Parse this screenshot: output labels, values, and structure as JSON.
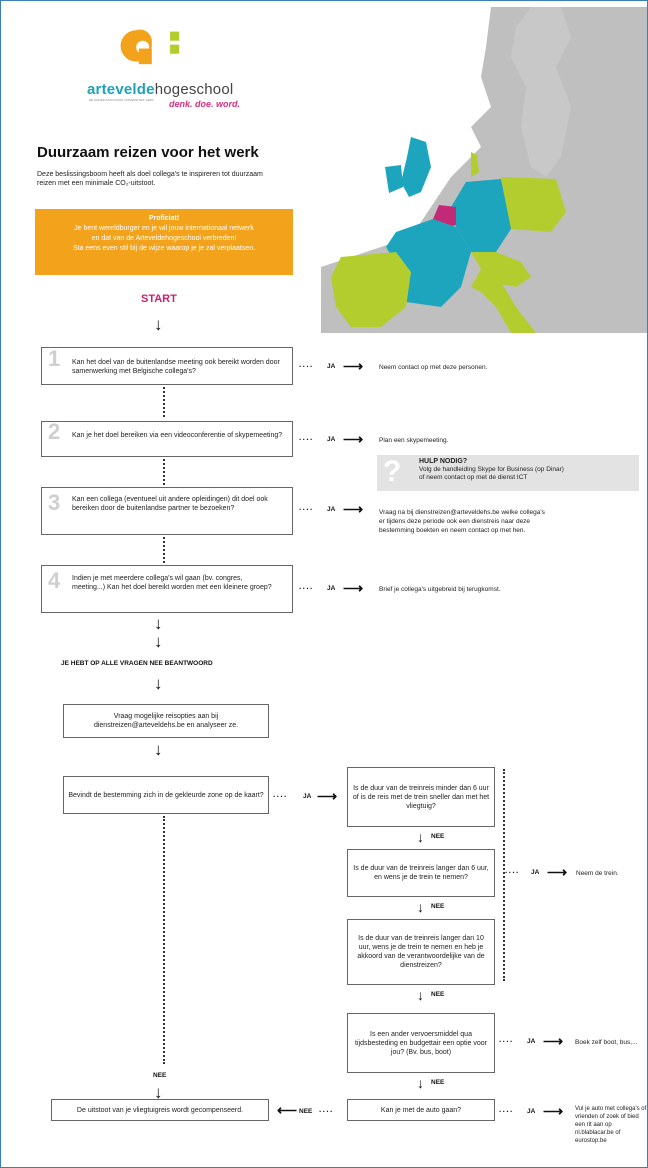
{
  "logo": {
    "brand_bold": "artevelde",
    "brand_rest": "hogeschool",
    "brand_sub": "DE GROEP ASSOCIATIE UNIVERSITEIT GENT",
    "slogan": "denk. doe. word."
  },
  "header": {
    "title": "Duurzaam reizen voor het werk",
    "intro": "Deze beslissingsboom heeft als doel collega's te inspireren tot duurzaam reizen met een minimale CO₂-uitstoot."
  },
  "banner": {
    "title": "Proficiat!",
    "line1": "Je bent wereldburger en je wil jouw internationaal netwerk",
    "line2": "en dat van de Arteveldehogeschool verbreden!",
    "line3": "Sta eens even stil bij de wijze waarop je je zal verplaatsen."
  },
  "start_label": "START",
  "questions": [
    {
      "num": "1",
      "text": "Kan het doel van de buitenlandse meeting ook bereikt worden door samenwerking met Belgische collega's?",
      "answer_label": "JA",
      "result": "Neem contact op met deze personen."
    },
    {
      "num": "2",
      "text": "Kan je het doel bereiken via een videoconferentie of skypemeeting?",
      "answer_label": "JA",
      "result": "Plan een skypemeeting."
    },
    {
      "num": "3",
      "text": "Kan een collega (eventueel uit andere opleidingen) dit doel ook bereiken door de buitenlandse partner te bezoeken?",
      "answer_label": "JA",
      "result": "Vraag na bij dienstreizen@arteveldehs.be welke collega's er tijdens deze periode ook een dienstreis naar deze bestemming boekten en neem contact op met hen."
    },
    {
      "num": "4",
      "text": "Indien je met meerdere collega's wil gaan (bv. congres, meeting...) Kan het doel bereikt worden met een kleinere groep?",
      "answer_label": "JA",
      "result": "Brief je collega's uitgebreid bij terugkomst."
    }
  ],
  "help": {
    "mark": "?",
    "title": "HULP NODIG?",
    "line1": "Volg de handleiding Skype for Business (op Dinar)",
    "line2": "of neem contact op met de dienst ICT"
  },
  "all_no": "JE HEBT OP ALLE VRAGEN NEE BEANTWOORD",
  "ask": "Vraag mogelijke reisopties aan bij dienstreizen@arteveldehs.be en analyseer ze.",
  "zone_question": "Bevindt de bestemming zich in de gekleurde zone op de kaart?",
  "train": [
    "Is de duur van de treinreis minder dan 6 uur of is de reis met de trein sneller dan met het vliegtuig?",
    "Is de duur van de treinreis langer dan 6 uur, en wens je de trein te nemen?",
    "Is de duur van de treinreis langer dan 10 uur, wens je de trein te nemen en heb je akkoord van de verantwoordelijke van de dienstreizen?"
  ],
  "train_result": "Neem de trein.",
  "other_transport": "Is een ander vervoersmiddel qua tijdsbesteding en budgettair een optie voor jou? (Bv. bus, boot)",
  "other_result": "Boek zelf boot, bus,...",
  "car_question": "Kan je met de auto gaan?",
  "car_result": "Vul je auto met collega's of vrienden of zoek of bied een rit aan op nl.blablacar.be of eurostop.be",
  "compensate": "De uitstoot van je vliegtuigreis wordt gecompenseerd.",
  "labels": {
    "ja": "JA",
    "nee": "NEE"
  },
  "colors": {
    "teal": "#1da5bd",
    "lime": "#b3cd2f",
    "belgium": "#c22a78",
    "orange": "#f3a21b",
    "land": "#bfbfbf",
    "sea": "#ffffff"
  }
}
